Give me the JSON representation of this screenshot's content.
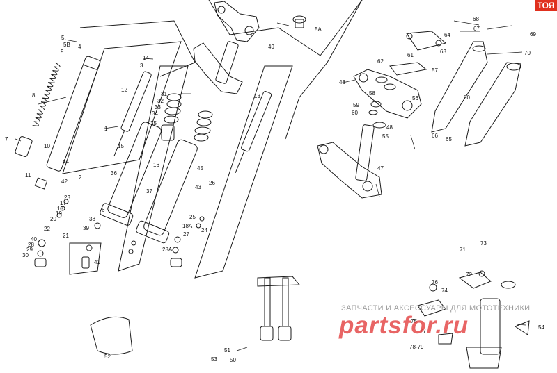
{
  "badge": {
    "text": "ТОЯ"
  },
  "watermark": {
    "caption": "ЗАПЧАСТИ И АКСЕССУАРЫ ДЛЯ МОТОТЕХНИКИ",
    "logo_text": "partsfor.ru"
  },
  "colors": {
    "line": "#1a1a1a",
    "badge": "#e0301e",
    "watermark_red": "#e23a3a",
    "watermark_gray": "#9a9a9a"
  },
  "callouts": [
    "5",
    "5B",
    "9",
    "4",
    "8",
    "7",
    "10",
    "11",
    "44",
    "1",
    "2",
    "14",
    "3",
    "12",
    "15",
    "31",
    "32",
    "33",
    "34",
    "35",
    "36",
    "42",
    "23",
    "17",
    "18",
    "19",
    "20",
    "22",
    "40",
    "28",
    "29",
    "30",
    "21",
    "41",
    "38",
    "39",
    "16",
    "37",
    "6",
    "45",
    "43",
    "26",
    "25",
    "18A",
    "24",
    "27",
    "28A",
    "13",
    "5A",
    "49",
    "46",
    "48",
    "47",
    "58",
    "59",
    "60",
    "62",
    "55",
    "56",
    "57",
    "61",
    "63",
    "64",
    "66",
    "65",
    "67",
    "68",
    "69",
    "70",
    "80",
    "71",
    "72",
    "73",
    "74",
    "76",
    "75",
    "77",
    "78-79",
    "54",
    "51",
    "50",
    "52",
    "53"
  ]
}
